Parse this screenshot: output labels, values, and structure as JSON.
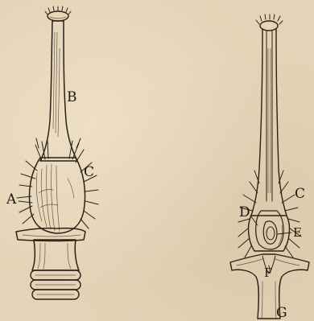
{
  "figure": {
    "left_labels": {
      "a": "A",
      "b": "B",
      "c": "C"
    },
    "right_labels": {
      "c": "C",
      "d": "D",
      "e": "E",
      "f": "F",
      "g": "G"
    }
  }
}
